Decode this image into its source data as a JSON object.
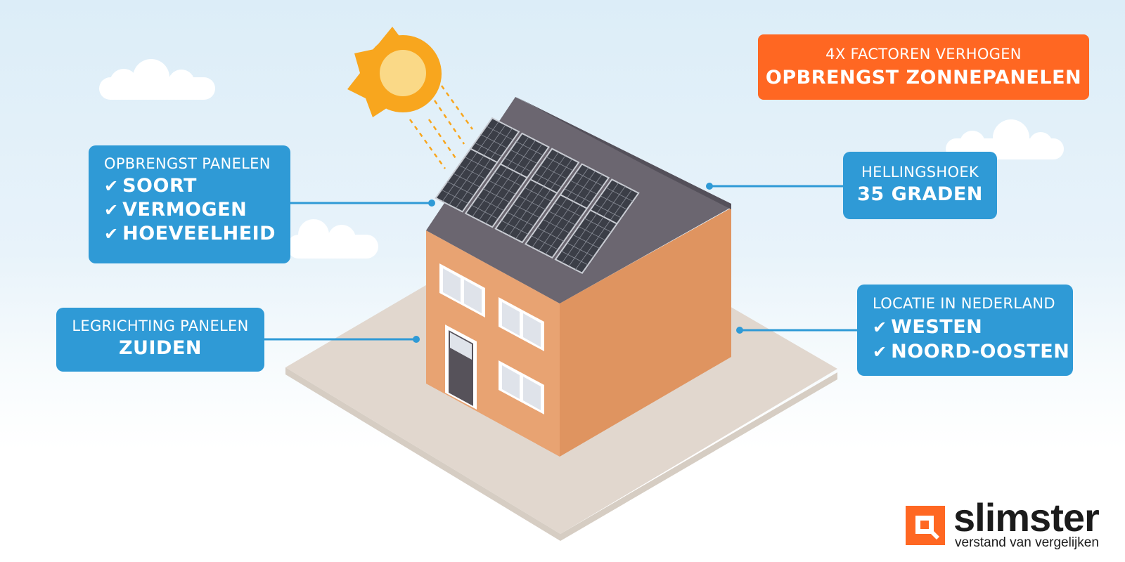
{
  "colors": {
    "callout_blue": "#2f9ad6",
    "title_orange": "#ff6722",
    "sun_orange": "#f8a61e",
    "sun_center": "#fad987",
    "roof_gray": "#6b6670",
    "wall_front": "#e8a372",
    "wall_side": "#df9460",
    "solar_panel": "#3b3e47",
    "ground": "#e1d7ce"
  },
  "title": {
    "line1": "4X FACTOREN VERHOGEN",
    "line2": "OPBRENGST ZONNEPANELEN"
  },
  "callouts": {
    "panels": {
      "heading": "OPBRENGST PANELEN",
      "items": [
        "SOORT",
        "VERMOGEN",
        "HOEVEELHEID"
      ]
    },
    "orientation": {
      "heading": "LEGRICHTING PANELEN",
      "value": "ZUIDEN"
    },
    "slope": {
      "heading": "HELLINGSHOEK",
      "value": "35 GRADEN"
    },
    "location": {
      "heading": "LOCATIE IN NEDERLAND",
      "items": [
        "WESTEN",
        "NOORD-OOSTEN"
      ]
    }
  },
  "icons": {
    "check": "✔",
    "logo_mark": "orange-square-logo-icon"
  },
  "logo": {
    "name": "slimster",
    "tagline": "verstand van vergelijken"
  }
}
